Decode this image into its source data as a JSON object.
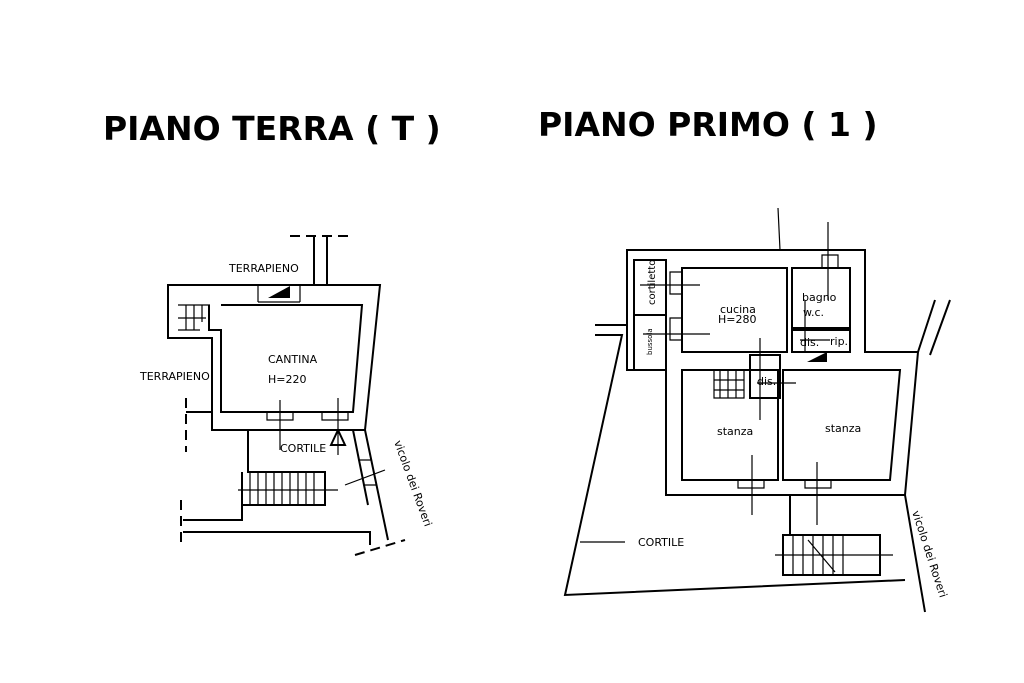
{
  "titles": {
    "ground": "PIANO TERRA ( T )",
    "first": "PIANO PRIMO ( 1 )"
  },
  "ground_floor": {
    "terrapieno_top": "TERRAPIENO",
    "terrapieno_left": "TERRAPIENO",
    "room": "CANTINA",
    "height": "H=220",
    "courtyard": "CORTILE",
    "street": "vicolo dei Roveri"
  },
  "first_floor": {
    "cortiletto": "cortiletto",
    "bussola": "bussola",
    "kitchen": "cucina",
    "kitchen_height": "H=280",
    "bathroom": "bagno",
    "wc": "w.c.",
    "dis1": "dis.",
    "rip": "rip.",
    "dis2": "dis.",
    "room_left": "stanza",
    "room_right": "stanza",
    "courtyard": "CORTILE",
    "street": "vicolo dei Roveri"
  }
}
